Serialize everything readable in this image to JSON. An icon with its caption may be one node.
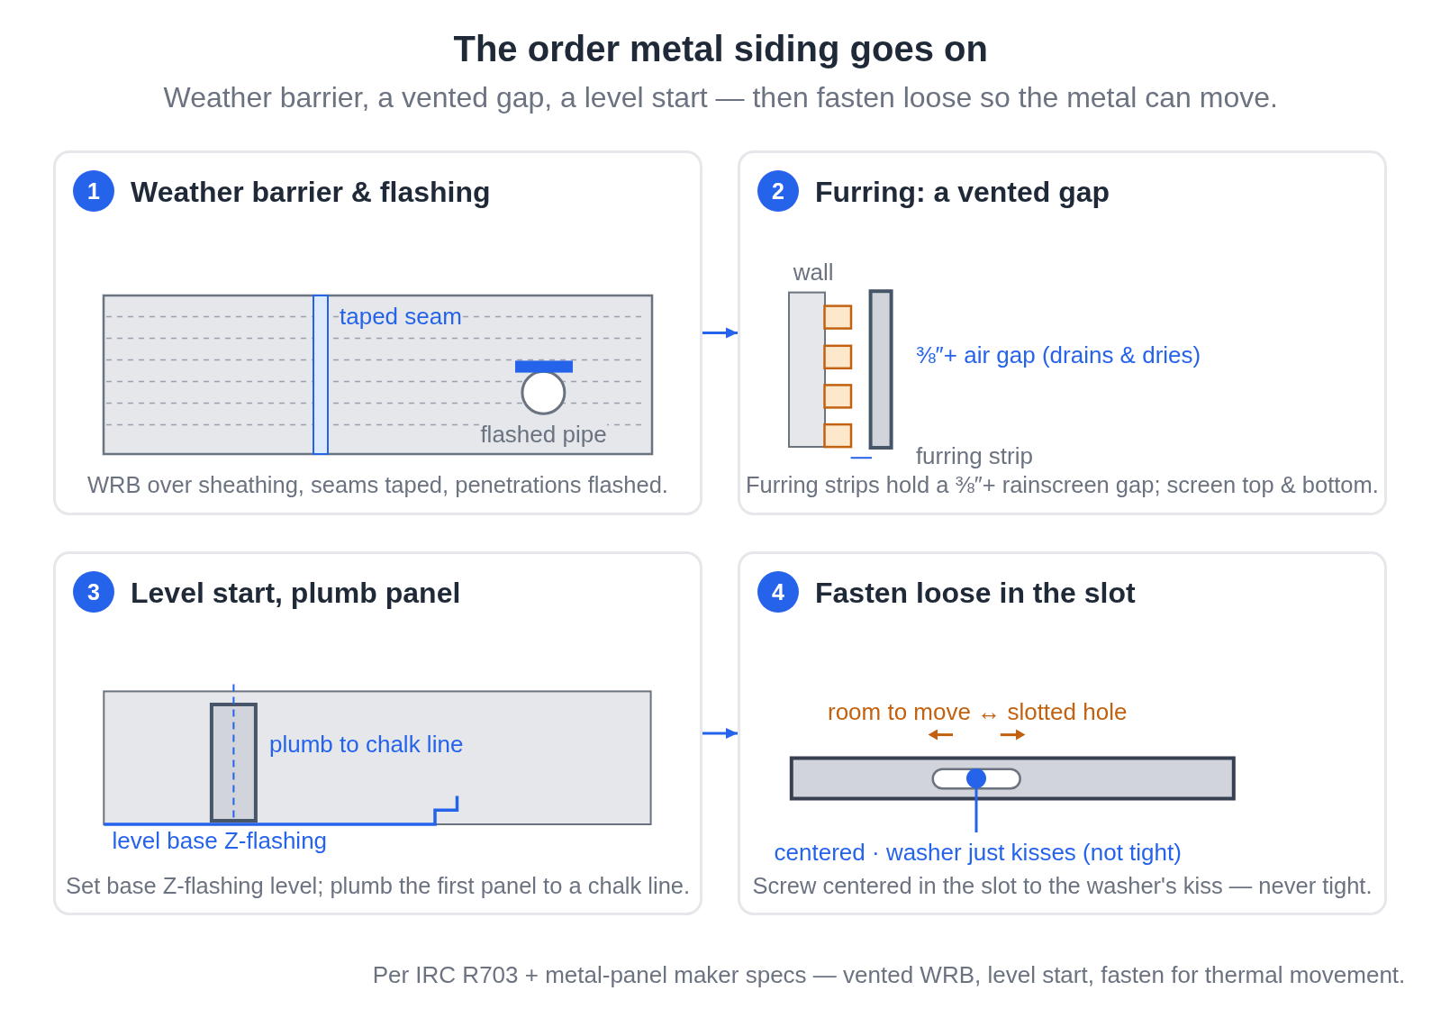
{
  "diagram": {
    "title": "The order metal siding goes on",
    "caption": "Per IRC R703 + metal-panel maker specs — vented WRB, level start, fasten for thermal movement.",
    "nodes": [
      {
        "text": [
          "Weather barrier & flashing",
          "taped seam",
          "flashed pipe",
          "WRB over sheathing, seams taped, penetrations flashed."
        ]
      },
      {
        "text": [
          "1"
        ],
        "in": 0
      },
      {
        "text": [
          "Furring: a vented gap",
          "wall",
          "⅜″+ air gap (drains & dries)",
          "furring strip",
          "Furring strips hold a ⅜″+ rainscreen gap; screen top & bottom."
        ]
      },
      {
        "text": [
          "2"
        ],
        "in": 2
      },
      {
        "text": [
          "Level start, plumb panel",
          "plumb to chalk line",
          "level base Z-flashing",
          "Set base Z-flashing level; plumb the first panel to a chalk line."
        ]
      },
      {
        "text": [
          "3"
        ],
        "in": 4
      },
      {
        "text": [
          "Fasten loose in the slot",
          "room to move ↔ slotted hole",
          "Screw centered in the slot to the washer's kiss — never tight."
        ]
      },
      {
        "text": [
          "4"
        ],
        "in": 6
      },
      {
        "text": [],
        "shape": "circle",
        "in": 6
      },
      {
        "text": [
          "centered · washer just kisses (not tight)"
        ],
        "in": 6
      }
    ],
    "edges": [
      {
        "from": 0,
        "to": 2,
        "arrow": "to"
      },
      {
        "from": 4,
        "to": 6,
        "arrow": "to"
      },
      {
        "from": 9,
        "to": 8,
        "arrow": "none"
      }
    ],
    "labels": [
      "Weather barrier, a vented gap, a level start — then fasten loose so the metal can move."
    ]
  }
}
